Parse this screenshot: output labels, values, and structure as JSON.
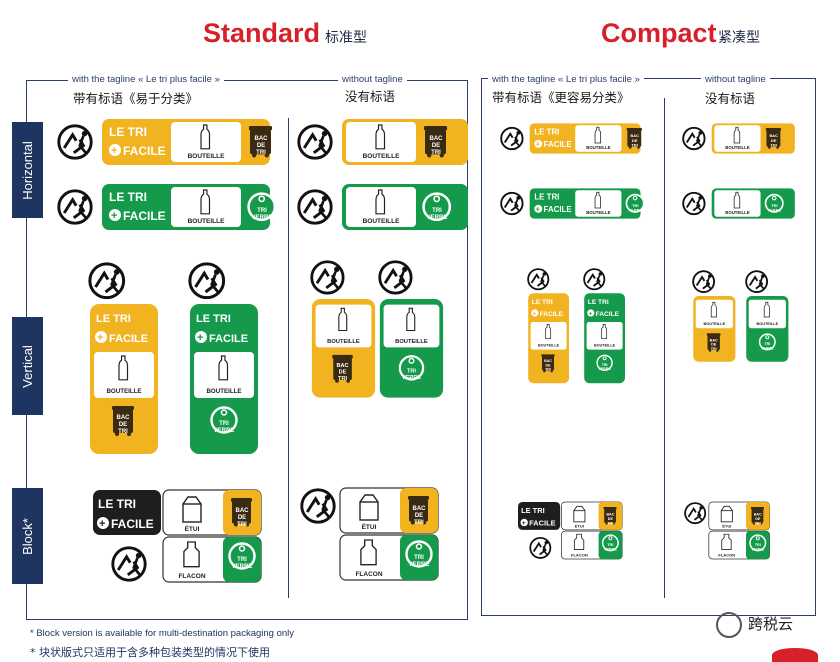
{
  "header": {
    "standard": "Standard",
    "standard_cn": "标准型",
    "compact": "Compact",
    "compact_cn": "紧凑型"
  },
  "standard": {
    "with_tagline": "with the tagline « Le tri plus facile »",
    "with_tagline_cn": "带有标语《易于分类》",
    "without_tagline": "without tagline",
    "without_tagline_cn": "没有标语"
  },
  "compact": {
    "with_tagline": "with the tagline « Le tri plus facile »",
    "with_tagline_cn": "带有标语《更容易分类》",
    "without_tagline": "without tagline",
    "without_tagline_cn": "没有标语"
  },
  "rows": {
    "horizontal": "Horizontal",
    "vertical": "Vertical",
    "block": "Block*"
  },
  "logo_text": {
    "le_tri": "LE TRI",
    "facile": "FACILE",
    "bouteille": "BOUTEILLE",
    "etui": "ÉTUI",
    "flacon": "FLACON",
    "bac_1": "BAC",
    "bac_2": "DE",
    "bac_3": "TRI",
    "verre_1": "TRI",
    "verre_2": "VERRE"
  },
  "colors": {
    "yellow": "#f2b321",
    "green": "#149a4a",
    "navy": "#1f3561",
    "red": "#d8202a"
  },
  "footnotes": {
    "en": "* Block version is available for multi-destination packaging only",
    "cn": "* 块状版式只适用于含多种包装类型的情况下使用"
  },
  "watermark": "跨税云"
}
